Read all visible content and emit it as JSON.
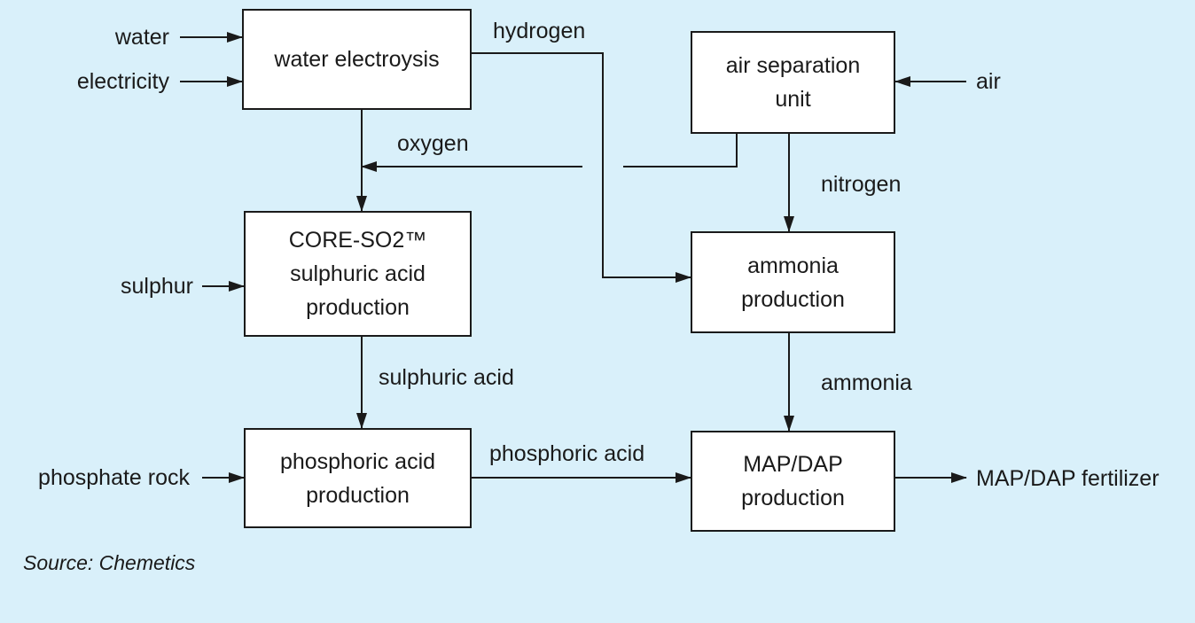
{
  "process_boxes": {
    "water_electrolysis": [
      "water electroysis"
    ],
    "air_separation": [
      "air separation",
      "unit"
    ],
    "core_so2": [
      "CORE-SO2™",
      "sulphuric acid",
      "production"
    ],
    "ammonia": [
      "ammonia",
      "production"
    ],
    "phosphoric_acid": [
      "phosphoric acid",
      "production"
    ],
    "map_dap": [
      "MAP/DAP",
      "production"
    ]
  },
  "flows": {
    "water": "water",
    "electricity": "electricity",
    "hydrogen": "hydrogen",
    "air": "air",
    "oxygen": "oxygen",
    "nitrogen": "nitrogen",
    "sulphur": "sulphur",
    "sulphuric_acid": "sulphuric acid",
    "ammonia": "ammonia",
    "phosphate_rock": "phosphate rock",
    "phosphoric_acid": "phosphoric acid",
    "map_dap_fertilizer": "MAP/DAP fertilizer"
  },
  "source": "Source: Chemetics",
  "colors": {
    "background": "#d9f0fa",
    "box_fill": "#ffffff",
    "line": "#1a1a1a"
  }
}
